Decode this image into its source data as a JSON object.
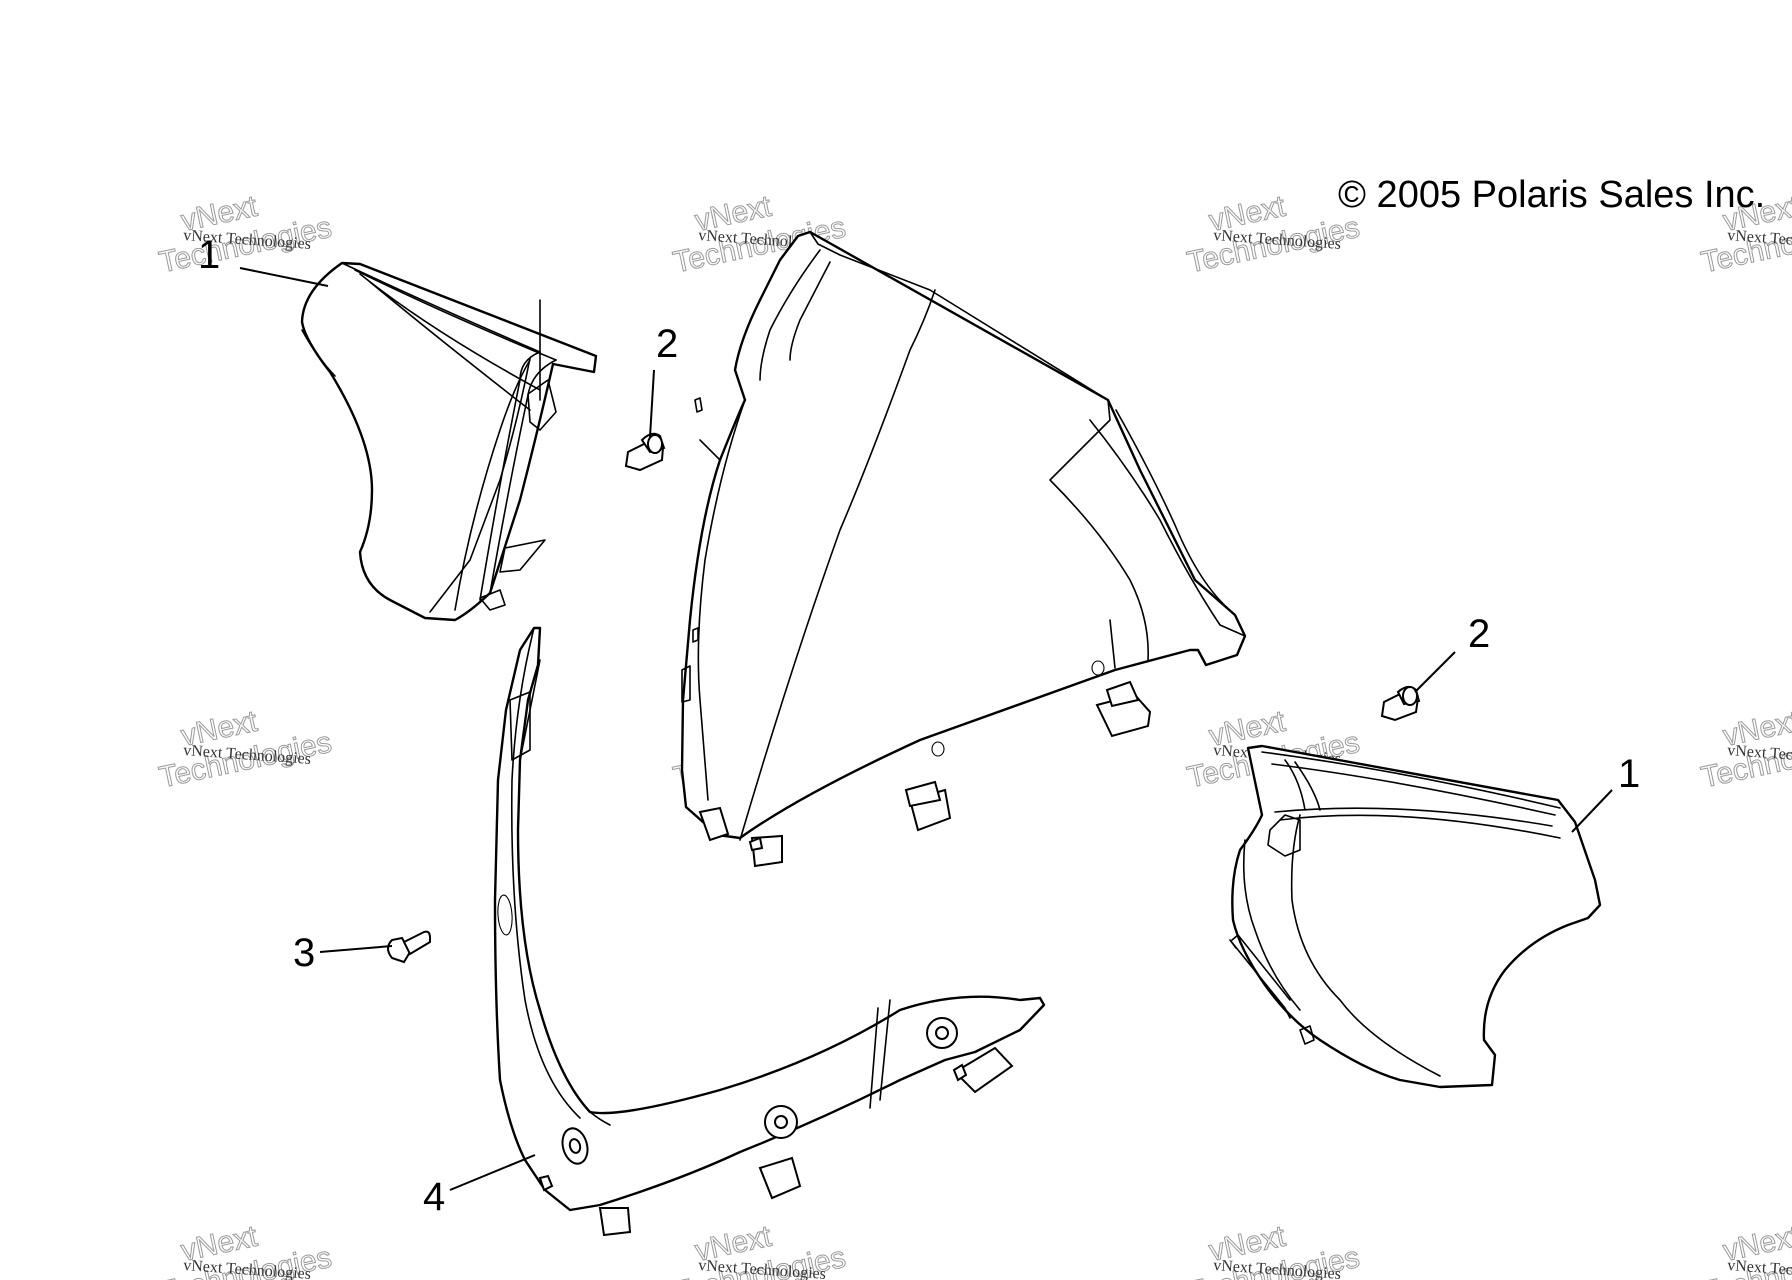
{
  "copyright": "© 2005 Polaris Sales Inc.",
  "watermark": {
    "line1": "vNext Technologies",
    "line2": "vNext",
    "line3": "Technologies"
  },
  "callouts": {
    "left_panel": "1",
    "right_panel": "1",
    "fastener_left": "2",
    "fastener_right": "2",
    "screw": "3",
    "lower_fender": "4"
  },
  "colors": {
    "line": "#000000",
    "background": "#ffffff",
    "watermark": "#9a9a9a"
  }
}
